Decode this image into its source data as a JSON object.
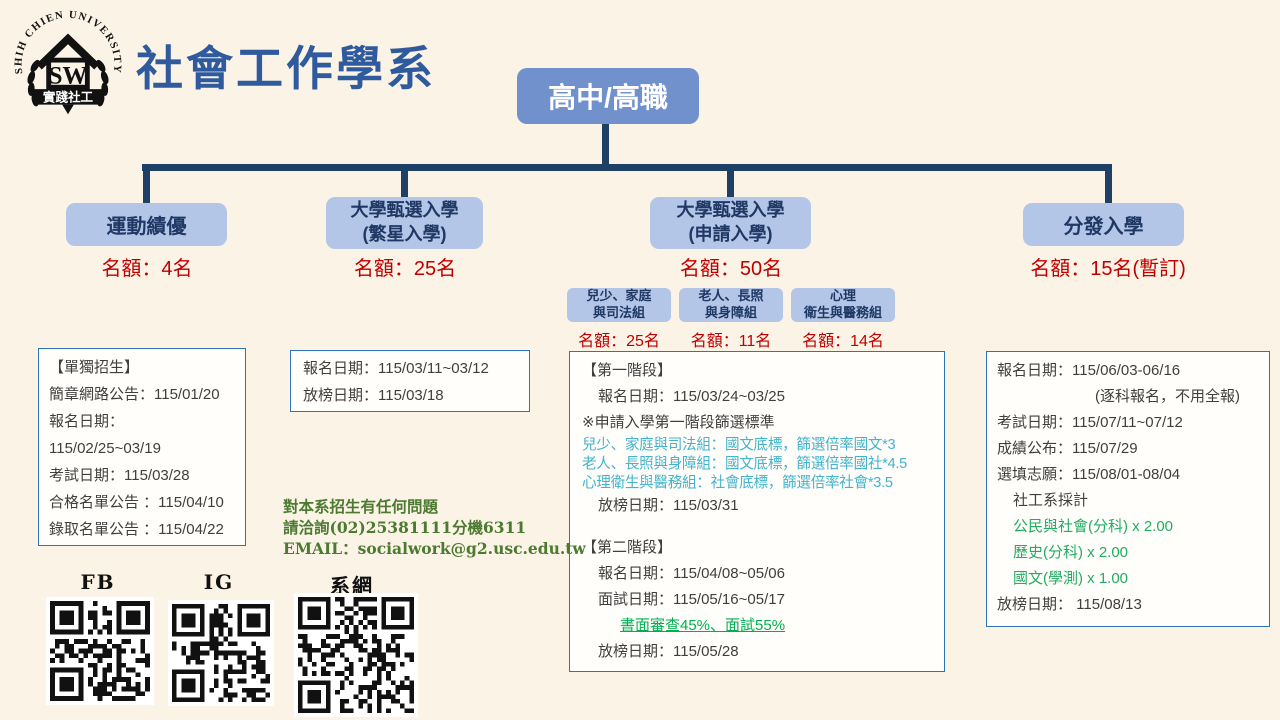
{
  "header": {
    "title": "社會工作學系",
    "logo": {
      "arc_text": "SHIH CHIEN UNIVERSITY",
      "monogram": "SW",
      "banner_text": "實踐社工"
    }
  },
  "root_box": {
    "label": "高中/高職"
  },
  "branches": [
    {
      "label": "運動績優",
      "quota": "名額：4名"
    },
    {
      "label": "大學甄選入學\n(繁星入學)",
      "quota": "名額：25名"
    },
    {
      "label": "大學甄選入學\n(申請入學)",
      "quota": "名額：50名"
    },
    {
      "label": "分發入學",
      "quota": "名額：15名(暫訂)"
    }
  ],
  "apply_groups": [
    {
      "label": "兒少、家庭\n與司法組",
      "quota": "名額：25名"
    },
    {
      "label": "老人、長照\n與身障組",
      "quota": "名額：11名"
    },
    {
      "label": "心理\n衛生與醫務組",
      "quota": "名額：14名"
    }
  ],
  "detail_boxes": {
    "sports": {
      "lines": [
        {
          "t": "【單獨招生】"
        },
        {
          "t": "簡章網路公告：115/01/20"
        },
        {
          "t": "報名日期："
        },
        {
          "t": "115/02/25~03/19"
        },
        {
          "t": "考試日期：115/03/28"
        },
        {
          "t": "合格名單公告 ：115/04/10"
        },
        {
          "t": "錄取名單公告 ：115/04/22"
        }
      ]
    },
    "star": {
      "lines": [
        {
          "t": "報名日期：115/03/11~03/12"
        },
        {
          "t": "放榜日期：115/03/18"
        }
      ]
    },
    "apply": {
      "lines": [
        {
          "t": "【第一階段】"
        },
        {
          "t": "報名日期：115/03/24~03/25",
          "ind": 1
        },
        {
          "t": "※申請入學第一階段篩選標準"
        },
        {
          "t": "兒少、家庭與司法組：國文底標，篩選倍率國文*3",
          "c": "t"
        },
        {
          "t": "老人、長照與身障組：國文底標，篩選倍率國社*4.5",
          "c": "t"
        },
        {
          "t": "心理衛生與醫務組：社會底標，篩選倍率社會*3.5",
          "c": "t"
        },
        {
          "t": "放榜日期：115/03/31",
          "ind": 1
        },
        {
          "t": "",
          "c": "gap"
        },
        {
          "t": "【第二階段】"
        },
        {
          "t": "報名日期：115/04/08~05/06",
          "ind": 1
        },
        {
          "t": "面試日期：115/05/16~05/17",
          "ind": 1
        },
        {
          "t": "書面審查45%、面試55%",
          "c": "gu",
          "ind": 2
        },
        {
          "t": "放榜日期：115/05/28",
          "ind": 1
        }
      ]
    },
    "distribution": {
      "lines": [
        {
          "t": "報名日期：115/06/03-06/16"
        },
        {
          "t": "(逐科報名，不用全報)",
          "ind": 3
        },
        {
          "t": "考試日期：115/07/11~07/12"
        },
        {
          "t": "成績公布：115/07/29"
        },
        {
          "t": "選填志願：115/08/01-08/04"
        },
        {
          "t": "社工系採計",
          "ind": 1
        },
        {
          "t": "公民與社會(分科) x 2.00",
          "c": "g",
          "ind": 1
        },
        {
          "t": "歷史(分科)  x 2.00",
          "c": "g",
          "ind": 1
        },
        {
          "t": "國文(學測)  x 1.00",
          "c": "g",
          "ind": 1
        },
        {
          "t": "放榜日期： 115/08/13"
        }
      ]
    }
  },
  "contact": {
    "lines": [
      "對本系招生有任何問題",
      "請洽詢(02)25381111分機6311",
      "EMAIL：socialwork@g2.usc.edu.tw"
    ]
  },
  "qr_links": [
    {
      "label": "FB"
    },
    {
      "label": "IG"
    },
    {
      "label": "系網"
    }
  ],
  "colors": {
    "background": "#FBF3E6",
    "title_blue": "#2F5B9E",
    "connector_navy": "#1E3F66",
    "node_blue_dark": "#7191CD",
    "node_blue_light": "#B4C6E7",
    "node_text_navy": "#1F3864",
    "quota_red": "#C00000",
    "detail_border_blue": "#2E75B6",
    "criteria_teal": "#44B3CB",
    "weight_green": "#22AC62",
    "review_green": "#00B050",
    "contact_green": "#4C7A31"
  }
}
